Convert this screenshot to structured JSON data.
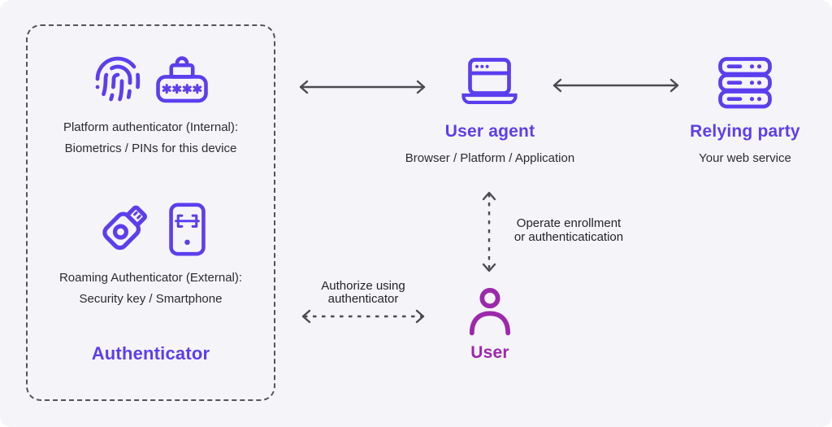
{
  "palette": {
    "background": "#f5f5f9",
    "indigo_accent": "#5b3fee",
    "magenta_accent": "#9d28ad",
    "arrow_gray": "#4a4a50",
    "text_dark": "#2b2b30"
  },
  "authenticator": {
    "title": "Authenticator",
    "platform": {
      "icons": [
        "fingerprint-icon",
        "password-lock-icon"
      ],
      "line1": "Platform authenticator (Internal):",
      "line2": "Biometrics / PINs for this device"
    },
    "roaming": {
      "icons": [
        "usb-security-key-icon",
        "smartphone-face-scan-icon"
      ],
      "line1": "Roaming Authenticator (External):",
      "line2": "Security key / Smartphone"
    }
  },
  "user_agent": {
    "icon": "browser-icon",
    "title": "User agent",
    "subtitle": "Browser / Platform / Application"
  },
  "relying_party": {
    "icon": "server-icon",
    "title": "Relying party",
    "subtitle": "Your web service"
  },
  "user": {
    "icon": "person-icon",
    "title": "User"
  },
  "connections": {
    "authenticator_useragent": {
      "style": "solid",
      "direction": "both",
      "label_line1": "",
      "label_line2": ""
    },
    "useragent_relyingparty": {
      "style": "solid",
      "direction": "both",
      "label_line1": "",
      "label_line2": ""
    },
    "useragent_user": {
      "style": "dashed",
      "direction": "both",
      "label_line1": "Operate enrollment",
      "label_line2": "or authenticatication"
    },
    "authenticator_user": {
      "style": "dashed",
      "direction": "both",
      "label_line1": "Authorize using",
      "label_line2": "authenticator"
    }
  }
}
